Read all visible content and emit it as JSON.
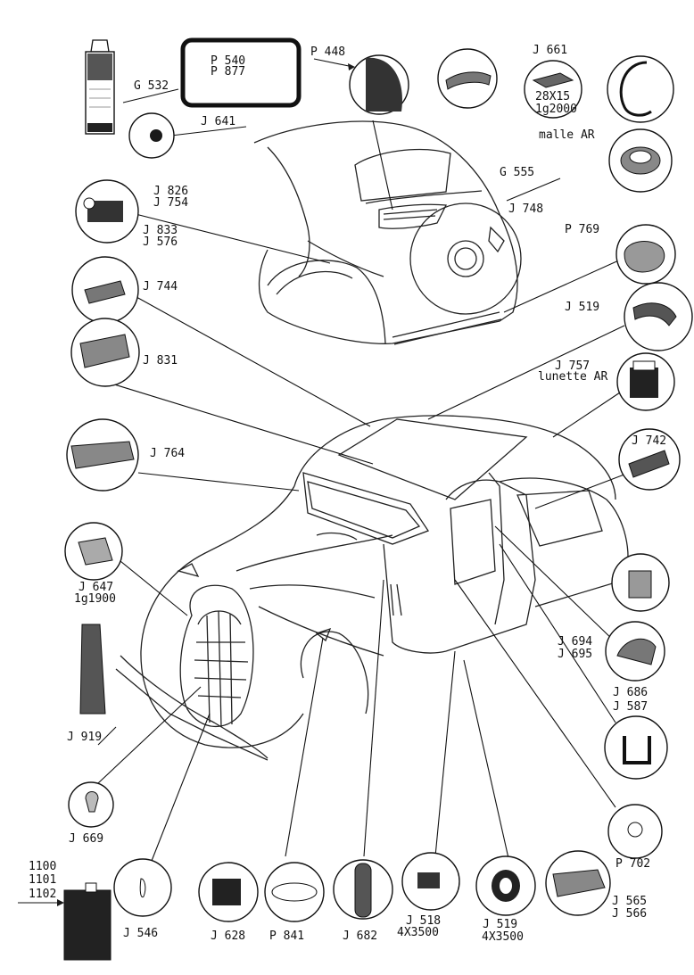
{
  "labels": {
    "g532": "G 532",
    "p540": "P 540",
    "p877": "P 877",
    "p448": "P 448",
    "j661": "J 661",
    "size_28x15": "28X15",
    "lg2000": "1g2000",
    "malle_ar": "malle AR",
    "j641": "J 641",
    "g555": "G 555",
    "j748": "J 748",
    "j826": "J 826",
    "j754": "J 754",
    "j833": "J 833",
    "j576": "J 576",
    "p769": "P 769",
    "j744": "J 744",
    "j519_top": "J 519",
    "j831": "J 831",
    "j757": "J 757",
    "lunette_ar": "lunette AR",
    "j764": "J 764",
    "j742": "J 742",
    "j647": "J 647",
    "lg1900": "1g1900",
    "j694": "J 694",
    "j695": "J 695",
    "j686": "J 686",
    "j587": "J 587",
    "j919": "J 919",
    "j669": "J 669",
    "p702": "P 702",
    "n1100": "1100",
    "n1101": "1101",
    "n1102": "1102",
    "j546": "J 546",
    "j628": "J 628",
    "p841": "P 841",
    "j682": "J 682",
    "j518": "J 518",
    "dim_518": "4X3500",
    "j519_bottom": "J 519",
    "dim_519": "4X3500",
    "j565": "J 565",
    "j566": "J 566"
  }
}
